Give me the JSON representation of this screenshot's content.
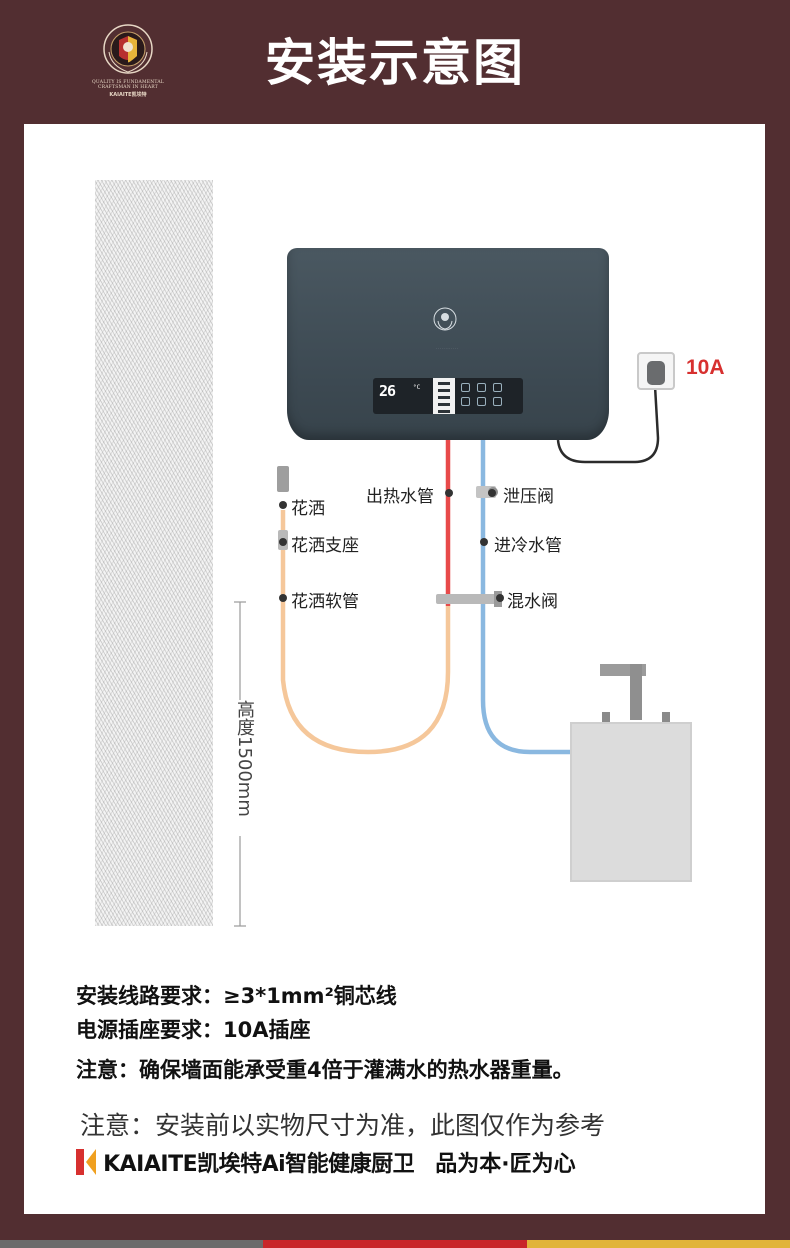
{
  "header": {
    "title": "安装示意图",
    "logo_line1": "QUALITY IS FUNDAMENTAL",
    "logo_line2": "CRAFTSMAN IN HEART",
    "logo_brand": "KAIAITE凯埃特"
  },
  "diagram": {
    "socket_rating": "10A",
    "display_temp": "26",
    "display_unit": "°C",
    "labels": {
      "shower": "花洒",
      "shower_holder": "花洒支座",
      "shower_hose": "花洒软管",
      "hot_outlet": "出热水管",
      "relief_valve": "泄压阀",
      "cold_inlet": "进冷水管",
      "mixing_valve": "混水阀"
    },
    "height": "高度1500mm"
  },
  "requirements": {
    "wiring": "安装线路要求：≥3*1mm²铜芯线",
    "socket": "电源插座要求：10A插座",
    "note": "注意：确保墙面能承受重4倍于灌满水的热水器重量。"
  },
  "note2": "注意：安装前以实物尺寸为准，此图仅作为参考",
  "footer": {
    "brand": "KAIAITE凯埃特Ai智能健康厨卫",
    "slogan": "品为本·匠为心"
  },
  "colors": {
    "background": "#522e31",
    "hot_pipe": "#e84a4a",
    "cold_pipe": "#8ab8e0",
    "hose": "#f5c79a",
    "accent_red": "#d7302f"
  }
}
